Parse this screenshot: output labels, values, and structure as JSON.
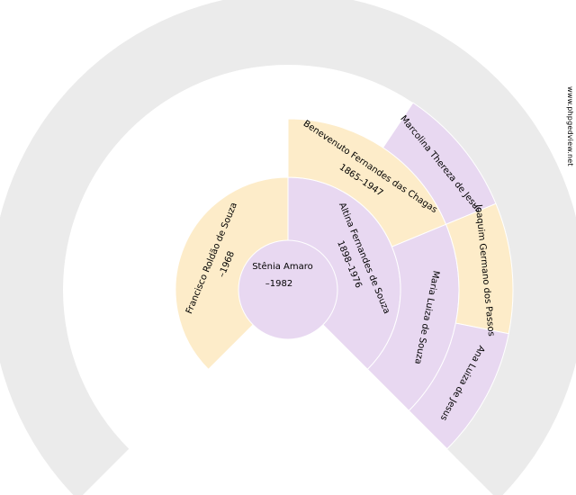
{
  "colors": {
    "background": "#ffffff",
    "outer_ring": "#ebebeb",
    "male": "#fdecc9",
    "female": "#e8d8f1",
    "separator": "#ffffff"
  },
  "watermark": "www.phpgedview.net",
  "people": [
    {
      "id": "root",
      "name": "Stênia Amaro",
      "dates": "–1982",
      "sex": "female",
      "gen": 0
    },
    {
      "id": "father",
      "name": "Francisco Roldão de Souza",
      "dates": "–1968",
      "sex": "male",
      "gen": 1
    },
    {
      "id": "mother",
      "name": "Altina Fernandes de Souza",
      "dates": "1898–1976",
      "sex": "female",
      "gen": 1
    },
    {
      "id": "maternal-grandfather",
      "name": "Benevenuto Fernandes das Chagas",
      "dates": "1865–1947",
      "sex": "male",
      "gen": 2
    },
    {
      "id": "maternal-grandmother",
      "name": "Maria Luiza de Souza",
      "dates": "",
      "sex": "female",
      "gen": 2
    },
    {
      "id": "maternal-great-grandmother-1",
      "name": "Marcolina Thereza de Jesus",
      "dates": "",
      "sex": "female",
      "gen": 3
    },
    {
      "id": "maternal-great-grandfather-2",
      "name": "Joaquim Germano dos Passos",
      "dates": "",
      "sex": "male",
      "gen": 3
    },
    {
      "id": "maternal-great-grandmother-2",
      "name": "Ana Luiza de Jesus",
      "dates": "",
      "sex": "female",
      "gen": 3
    }
  ]
}
